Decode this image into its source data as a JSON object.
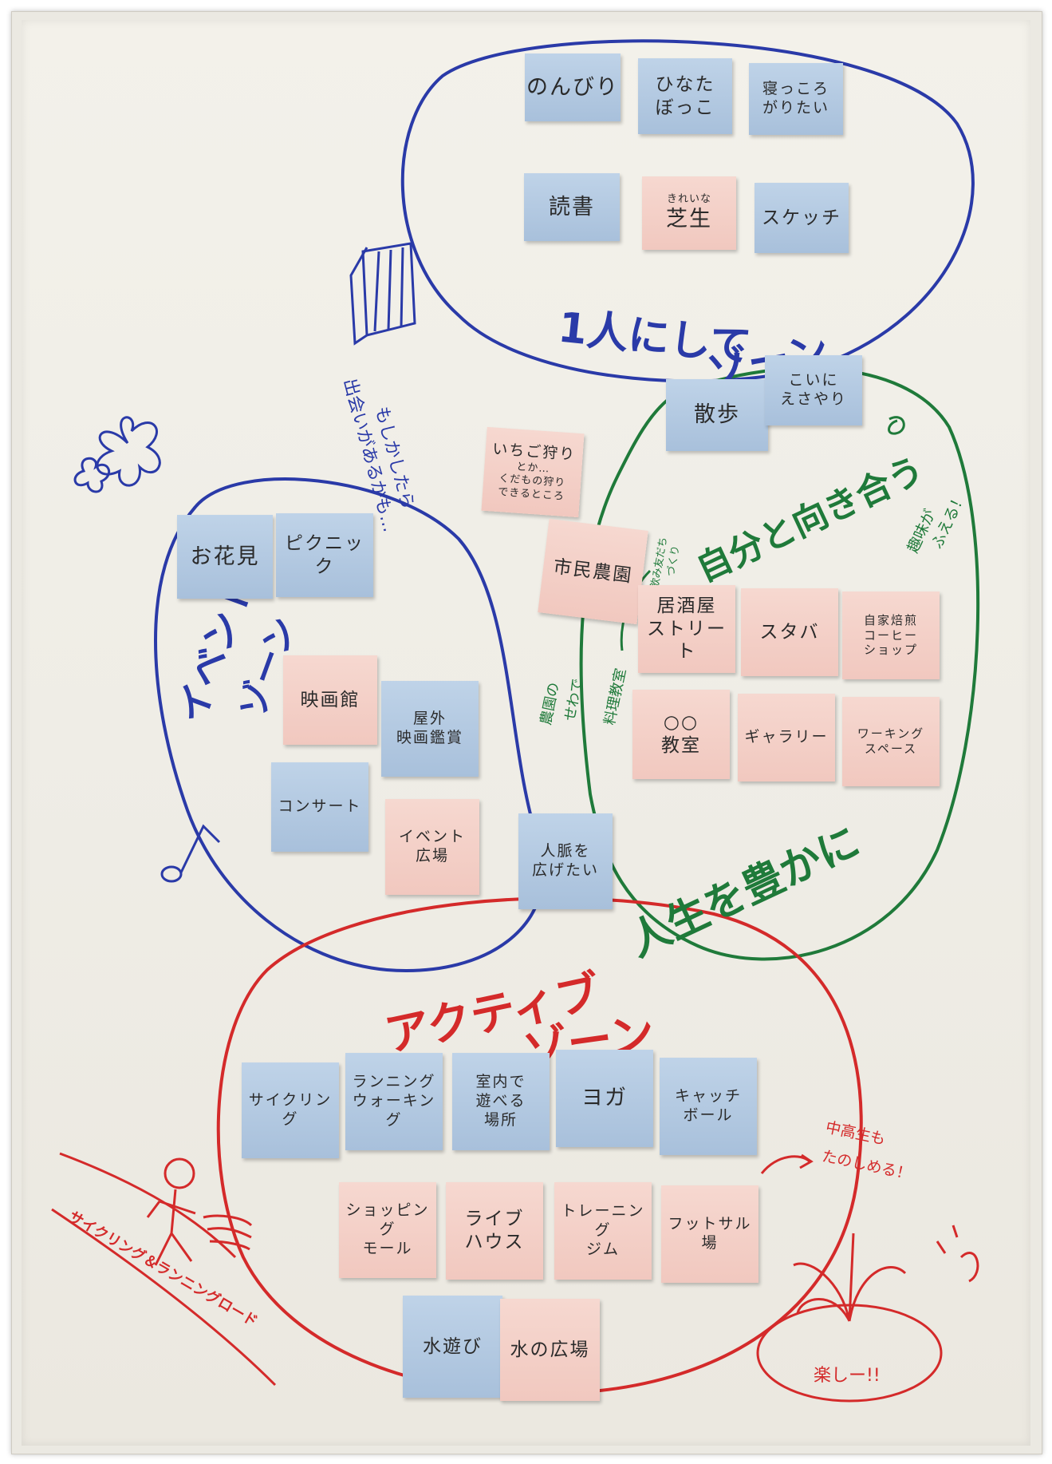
{
  "zones": {
    "solo": {
      "title_a": "1人にして",
      "title_b": "ゾーン",
      "color": "#2a3aa8"
    },
    "self": {
      "title": "自分と向き合う",
      "sub": "人生を豊かに",
      "color": "#1f7a3a"
    },
    "event": {
      "title_a": "イベント",
      "title_b": "ゾーン",
      "color": "#2a3aa8"
    },
    "active": {
      "title_a": "アクティブ",
      "title_b": "ゾーン",
      "color": "#d42a2a"
    }
  },
  "notes": {
    "nonbiri": "のんびり",
    "hinatabokko": [
      "ひなた",
      "ぼっこ"
    ],
    "negorogaritai": [
      "寝っころ",
      "がりたい"
    ],
    "dokusho": "読書",
    "shibafu_small": "きれいな",
    "shibafu": "芝生",
    "sketch": "スケッチ",
    "sanpo": "散歩",
    "inuni": [
      "こいに",
      "えさやり"
    ],
    "ichigo_a": "いちご狩り",
    "ichigo_b": "とか…",
    "ichigo_c": "くだもの狩り",
    "ichigo_d": "できるところ",
    "shimin_noen": "市民農園",
    "ohanami": "お花見",
    "picnic": "ピクニック",
    "izakaya": [
      "居酒屋",
      "ストリート"
    ],
    "sutaba": "スタバ",
    "jika": [
      "自家焙煎",
      "コーヒー",
      "ショップ"
    ],
    "kyoshitsu": [
      "○○",
      "教室"
    ],
    "gallery": "ギャラリー",
    "working": [
      "ワーキング",
      "スペース"
    ],
    "eigakan": "映画館",
    "okugai": [
      "屋外",
      "映画鑑賞"
    ],
    "concert": "コンサート",
    "event_hiroba": [
      "イベント",
      "広場"
    ],
    "jinmyaku": [
      "人脈を",
      "広げたい"
    ],
    "cycling": "サイクリング",
    "running": [
      "ランニング",
      "ウォーキング"
    ],
    "shitsunai": [
      "室内で",
      "遊べる",
      "場所"
    ],
    "yoga": "ヨガ",
    "catch": [
      "キャッチ",
      "ボール"
    ],
    "shopping": [
      "ショッピング",
      "モール"
    ],
    "live": [
      "ライブ",
      "ハウス"
    ],
    "training": [
      "トレーニング",
      "ジム"
    ],
    "futsal": [
      "フットサル",
      "場"
    ],
    "mizuasobi": "水遊び",
    "mizuhiroba": "水の広場"
  },
  "annotations": {
    "moshikashitara": [
      "もしかしたら",
      "出会いがあるかも…"
    ],
    "nomitomo": [
      "飲み友だち",
      "づくり"
    ],
    "shumi": [
      "趣味が",
      "ふえる！"
    ],
    "noen_sewa": [
      "農園の",
      "せわで"
    ],
    "ryori": "料理教室",
    "chukousei": [
      "中高生も",
      "たのしめる！"
    ],
    "tanoshii": "楽しー!!",
    "road": "サイクリング＆ランニングロード"
  },
  "colors": {
    "blue_ink": "#2a3aa8",
    "green_ink": "#1f7a3a",
    "red_ink": "#d42a2a",
    "note_blue": "#b3c9e2",
    "note_pink": "#f3cfc6",
    "paper": "#efede6"
  }
}
